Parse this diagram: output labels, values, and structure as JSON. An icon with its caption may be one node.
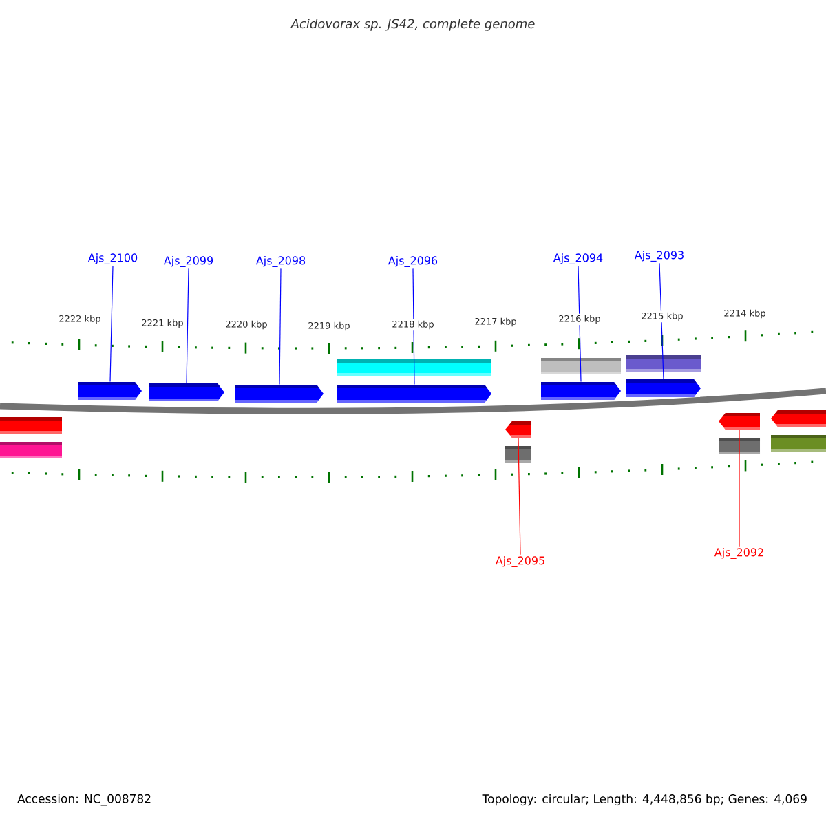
{
  "diagram": {
    "title": "Acidovorax sp. JS42, complete genome",
    "nodes": [
      {
        "text": [
          "Ajs_2100"
        ]
      },
      {
        "text": [
          "Ajs_2099"
        ]
      },
      {
        "text": [
          "Ajs_2098"
        ]
      },
      {
        "text": [
          "Ajs_2096"
        ]
      },
      {
        "text": [
          "Ajs_2094"
        ]
      },
      {
        "text": [
          "Ajs_2093"
        ]
      },
      {
        "text": [
          "Ajs_2095"
        ]
      },
      {
        "text": [
          "Ajs_2092"
        ]
      },
      {
        "text": [],
        "shape": "arrow"
      },
      {
        "text": [],
        "shape": "arrow"
      },
      {
        "text": [],
        "shape": "arrow"
      },
      {
        "text": [],
        "shape": "arrow"
      },
      {
        "text": [],
        "shape": "arrow"
      },
      {
        "text": [],
        "shape": "arrow"
      },
      {
        "text": [],
        "shape": "arrow"
      },
      {
        "text": [],
        "shape": "arrow"
      }
    ],
    "edges": [
      {
        "from": 0,
        "to": 8,
        "arrow": "none"
      },
      {
        "from": 1,
        "to": 9,
        "arrow": "none"
      },
      {
        "from": 2,
        "to": 10,
        "arrow": "none"
      },
      {
        "from": 3,
        "to": 11,
        "arrow": "none"
      },
      {
        "from": 4,
        "to": 12,
        "arrow": "none"
      },
      {
        "from": 5,
        "to": 13,
        "arrow": "none"
      },
      {
        "from": 6,
        "to": 14,
        "arrow": "none",
        "color": "#ff0000"
      },
      {
        "from": 7,
        "to": 15,
        "arrow": "none",
        "color": "#ff0000"
      }
    ],
    "labels": [
      "2222 kbp",
      "2221 kbp",
      "2220 kbp",
      "2219 kbp",
      "2218 kbp",
      "2217 kbp",
      "2216 kbp",
      "2215 kbp",
      "2214 kbp",
      "Accession: NC_008782",
      "Topology: circular; Length: 4,448,856 bp; Genes: 4,069"
    ]
  }
}
